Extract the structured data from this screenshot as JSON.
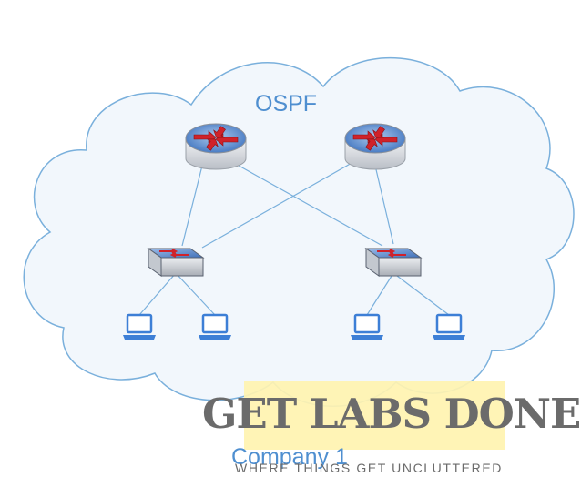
{
  "cloud": {
    "label": "OSPF",
    "fill": "#f2f7fc",
    "stroke": "#7ab0dc"
  },
  "site_label": "Company 1",
  "watermark": {
    "title": "GET LABS DONE",
    "tagline": "WHERE THINGS GET UNCLUTTERED",
    "highlight": "#fff3b0"
  },
  "nodes": [
    {
      "id": "router-1",
      "type": "router"
    },
    {
      "id": "router-2",
      "type": "router"
    },
    {
      "id": "switch-1",
      "type": "switch"
    },
    {
      "id": "switch-2",
      "type": "switch"
    },
    {
      "id": "laptop-1",
      "type": "laptop"
    },
    {
      "id": "laptop-2",
      "type": "laptop"
    },
    {
      "id": "laptop-3",
      "type": "laptop"
    },
    {
      "id": "laptop-4",
      "type": "laptop"
    }
  ],
  "links": [
    [
      "router-1",
      "switch-1"
    ],
    [
      "router-1",
      "switch-2"
    ],
    [
      "router-2",
      "switch-1"
    ],
    [
      "router-2",
      "switch-2"
    ],
    [
      "switch-1",
      "laptop-1"
    ],
    [
      "switch-1",
      "laptop-2"
    ],
    [
      "switch-2",
      "laptop-3"
    ],
    [
      "switch-2",
      "laptop-4"
    ]
  ],
  "colors": {
    "link": "#7ab0dc",
    "router_body": "#d9dde3",
    "router_top": "#5a8fd0",
    "arrow": "#d0222a",
    "switch_top": "#5a8fd0",
    "laptop": "#3d7fd6"
  }
}
